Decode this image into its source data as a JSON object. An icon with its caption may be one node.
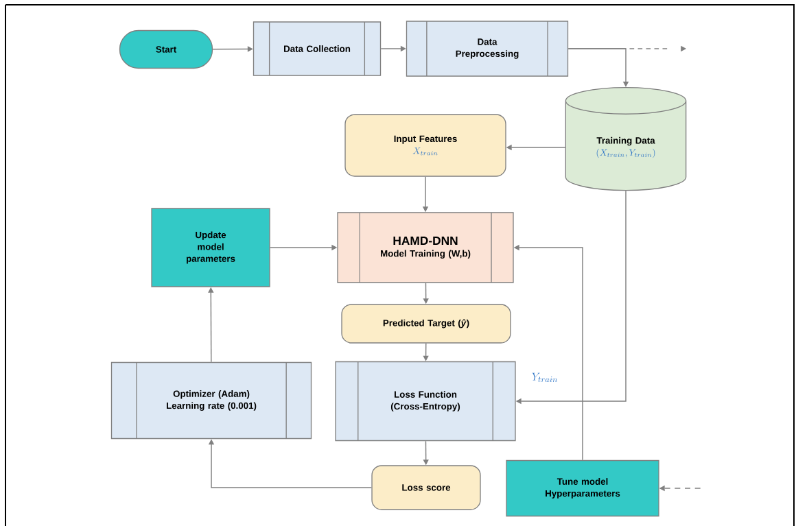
{
  "diagram": {
    "nodes": [
      {
        "text": [
          "Start"
        ]
      },
      {
        "text": [
          "Data Collection"
        ]
      },
      {
        "text": [
          "Data Preprocessing"
        ]
      },
      {
        "text": [
          "Training Data",
          "(X_{train},Y_{train})"
        ]
      },
      {
        "text": [
          "Input Features",
          "X_{train}"
        ]
      },
      {
        "text": [
          "Update model parameters"
        ]
      },
      {
        "text": [
          "HAMD-DNN",
          "Model Training (W,b)"
        ]
      },
      {
        "text": [
          "Predicted Target (*ŷ*)"
        ]
      },
      {
        "text": [
          "Optimizer (Adam) Learning rate (0.001)"
        ]
      },
      {
        "text": [
          "Loss Function (Cross-Entropy)"
        ]
      },
      {
        "text": [
          "Loss score"
        ]
      },
      {
        "text": [
          "Tune model Hyperparameters"
        ]
      }
    ],
    "edges": [
      {
        "from": 0,
        "to": 1,
        "arrow": "to"
      },
      {
        "from": 1,
        "to": 2,
        "arrow": "to"
      },
      {
        "from": 2,
        "to": null,
        "arrow": "to",
        "style": "dashed"
      },
      {
        "from": 2,
        "to": 3,
        "arrow": "to"
      },
      {
        "from": 3,
        "to": 4,
        "arrow": "to"
      },
      {
        "from": 4,
        "to": 6,
        "arrow": "to"
      },
      {
        "from": 5,
        "to": 6,
        "arrow": "to"
      },
      {
        "from": 6,
        "to": 7,
        "arrow": "to"
      },
      {
        "from": 7,
        "to": 9,
        "arrow": "to"
      },
      {
        "from": 3,
        "to": 9,
        "arrow": "to",
        "label": "Y_{train}"
      },
      {
        "from": 9,
        "to": 10,
        "arrow": "to"
      },
      {
        "from": 10,
        "to": 8,
        "arrow": "to"
      },
      {
        "from": 8,
        "to": 5,
        "arrow": "to"
      },
      {
        "from": 11,
        "to": 6,
        "arrow": "to"
      },
      {
        "from": null,
        "to": 11,
        "arrow": "to",
        "style": "dashed"
      }
    ]
  }
}
